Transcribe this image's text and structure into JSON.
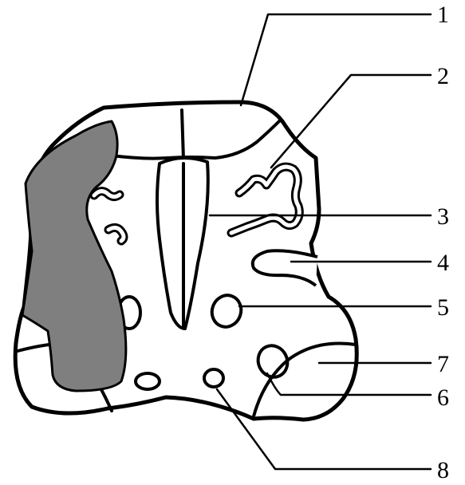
{
  "labels": [
    "1",
    "2",
    "3",
    "4",
    "5",
    "6",
    "7",
    "8"
  ],
  "colors": {
    "shaded_region": "#7f7f7f",
    "outline": "#000000",
    "background": "#ffffff"
  }
}
